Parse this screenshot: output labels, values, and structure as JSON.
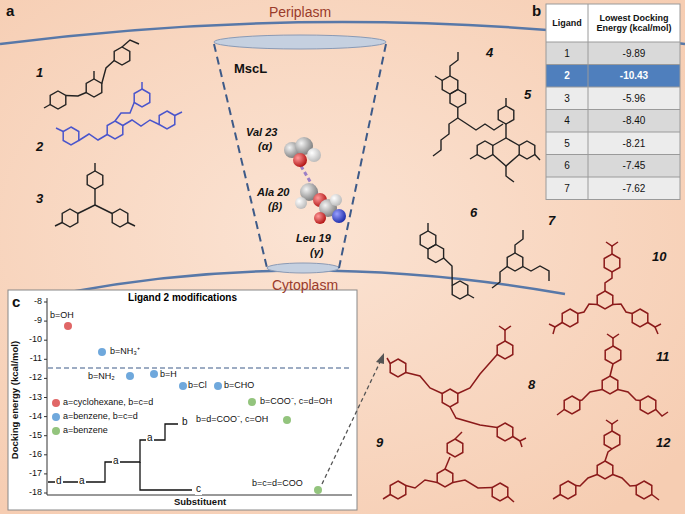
{
  "diagram": {
    "nodes": [
      {
        "text": [
          "Ligand 2 modifications"
        ]
      }
    ],
    "labels": [
      "a",
      "b",
      "c",
      "Periplasm",
      "MscL",
      "Cytoplasm",
      "Val 23",
      "(α)",
      "Ala 20",
      "(β)",
      "Leu 19",
      "(γ)",
      "1",
      "2",
      "3",
      "4",
      "5",
      "6",
      "7",
      "8",
      "9",
      "10",
      "11",
      "12",
      "Ligand",
      "Lowest Docking Energy (kcal/mol)",
      "1",
      "-9.89",
      "2",
      "-10.43",
      "3",
      "-5.96",
      "4",
      "-8.40",
      "5",
      "-8.21",
      "6",
      "-7.45",
      "7",
      "-7.62",
      "Docking energy (kcal/mol)",
      "-8",
      "-9",
      "-10",
      "-11",
      "-12",
      "-13",
      "-14",
      "-15",
      "-16",
      "-17",
      "-18",
      "Substituent",
      "b=OH",
      "b=NH₃⁺",
      "b=NH₂",
      "b=H",
      "b=Cl",
      "b=CHO",
      "b=COO⁻, c=d=OH",
      "b=d=COO⁻, c=OH",
      "b=c=d=COO",
      "b",
      "a",
      "a",
      "d",
      "a",
      "c"
    ],
    "legend": [
      {
        "text": "a=cyclohexane, b=c=d",
        "color": "#e06666"
      },
      {
        "text": "a=benzene, b=c=d",
        "color": "#6fa8dc"
      },
      {
        "text": "a=benzene",
        "color": "#93c47d"
      }
    ]
  }
}
